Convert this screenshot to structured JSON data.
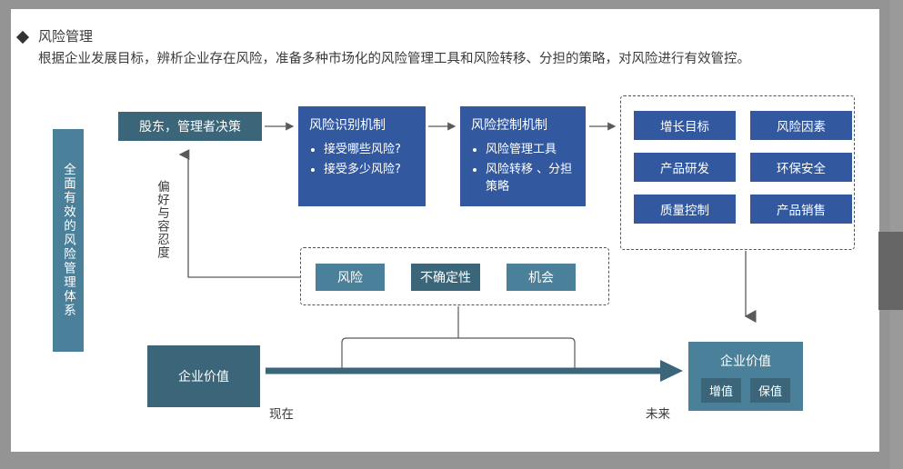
{
  "header": {
    "bullet_icon": "diamond-bullet-icon",
    "title": "风险管理",
    "description": "根据企业发展目标，辨析企业存在风险，准备多种市场化的风险管理工具和风险转移、分担的策略，对风险进行有效管控。"
  },
  "sidebar": {
    "label": "全面有效的风险管理体系",
    "color": "#4a8099"
  },
  "flow": {
    "decision_box": {
      "label": "股东，管理者决策",
      "color": "#3b6679"
    },
    "identify_box": {
      "title": "风险识别机制",
      "items": [
        "接受哪些风险?",
        "接受多少风险?"
      ],
      "color": "#32599f"
    },
    "control_box": {
      "title": "风险控制机制",
      "items": [
        "风险管理工具",
        "风险转移 、分担策略"
      ],
      "color": "#32599f"
    },
    "feedback_label": "偏好与容忍度",
    "connector_icon": "arrow-right-icon",
    "feedback_icon": "arrow-up-icon",
    "down_arrow_icon": "arrow-down-icon"
  },
  "objectives": {
    "chips": [
      "增长目标",
      "风险因素",
      "产品研发",
      "环保安全",
      "质量控制",
      "产品销售"
    ],
    "color": "#32599f",
    "border": "dashed"
  },
  "ruo": {
    "chips": [
      {
        "label": "风险",
        "color": "#4a8099"
      },
      {
        "label": "不确定性",
        "color": "#3b6679"
      },
      {
        "label": "机会",
        "color": "#4a8099"
      }
    ],
    "border": "dashed"
  },
  "timeline": {
    "arrow_icon": "timeline-arrow-right-icon",
    "left_label": "现在",
    "right_label": "未来",
    "value_now": {
      "label": "企业价值",
      "color": "#3b6679"
    },
    "value_future": {
      "title": "企业价值",
      "chips": [
        "增值",
        "保值"
      ],
      "color": "#4a8099",
      "chip_color": "#3b6679"
    }
  },
  "scrollbar": {
    "track_color": "#9a9a9a",
    "thumb_color": "#666666"
  }
}
